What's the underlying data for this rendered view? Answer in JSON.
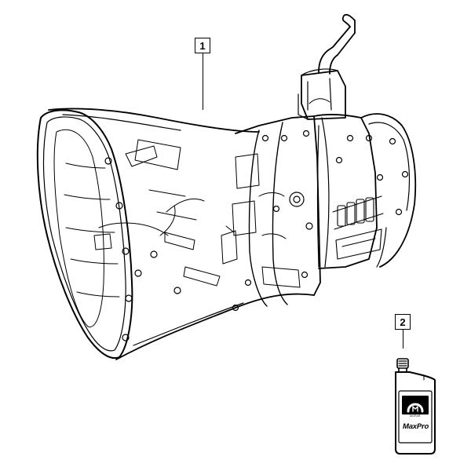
{
  "callouts": [
    {
      "number": "1",
      "part": "transmission"
    },
    {
      "number": "2",
      "part": "fluid-bottle"
    }
  ],
  "bottle": {
    "brand": "MaxPro",
    "maker": "MOPAR"
  },
  "colors": {
    "line": "#000000",
    "background": "#ffffff"
  }
}
